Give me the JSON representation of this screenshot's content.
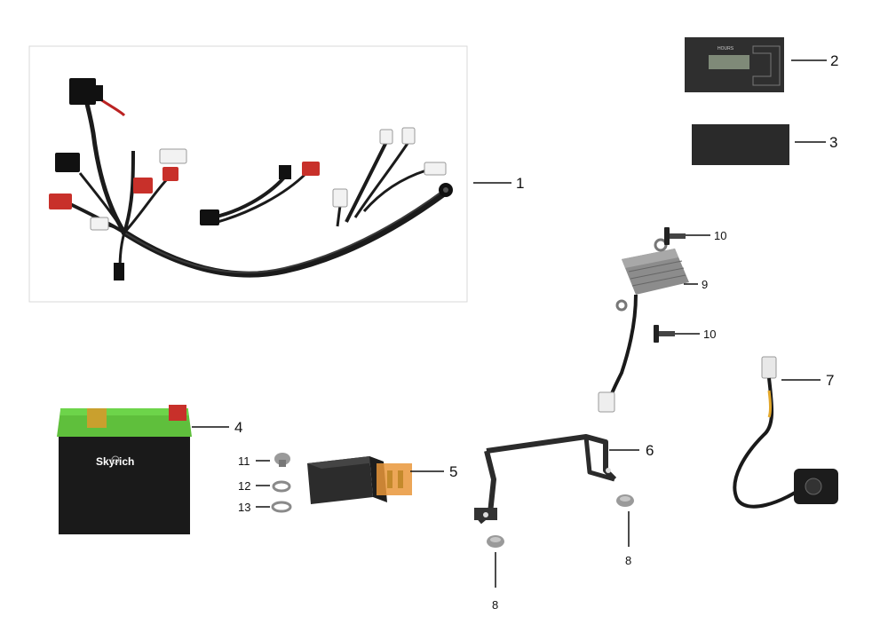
{
  "diagram": {
    "hour_meter_label": "HOURS",
    "battery_brand": "Skyrich",
    "parts": [
      {
        "id": "1",
        "item": "wiring-harness"
      },
      {
        "id": "2",
        "item": "hour-meter"
      },
      {
        "id": "3",
        "item": "foam-pad"
      },
      {
        "id": "4",
        "item": "battery"
      },
      {
        "id": "5",
        "item": "relay"
      },
      {
        "id": "6",
        "item": "bracket"
      },
      {
        "id": "7",
        "item": "sensor-switch"
      },
      {
        "id": "8",
        "item": "bolt"
      },
      {
        "id": "9",
        "item": "regulator"
      },
      {
        "id": "10",
        "item": "bolt"
      },
      {
        "id": "11",
        "item": "screw"
      },
      {
        "id": "12",
        "item": "spring-washer"
      },
      {
        "id": "13",
        "item": "flat-washer"
      }
    ],
    "callouts": {
      "c1": "1",
      "c2": "2",
      "c3": "3",
      "c4": "4",
      "c5": "5",
      "c6": "6",
      "c7": "7",
      "c8a": "8",
      "c8b": "8",
      "c9": "9",
      "c10a": "10",
      "c10b": "10",
      "c11": "11",
      "c12": "12",
      "c13": "13"
    }
  }
}
